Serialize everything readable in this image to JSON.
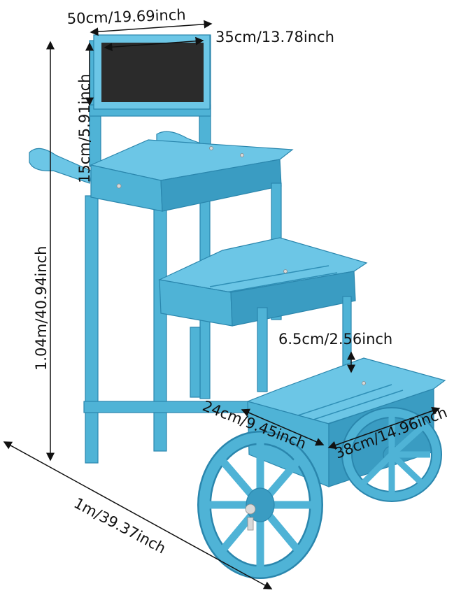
{
  "dimensions": {
    "top_width": "50cm/19.69inch",
    "board_width": "35cm/13.78inch",
    "board_height": "15cm/5.91inch",
    "total_height": "1.04m/40.94inch",
    "tray_depth": "6.5cm/2.56inch",
    "tray_width": "24cm/9.45inch",
    "tray_length": "38cm/14.96inch",
    "total_length": "1m/39.37inch"
  },
  "colors": {
    "wood": "#4fb3d6",
    "chalkboard": "#2b2b2b",
    "lines": "#111111"
  }
}
